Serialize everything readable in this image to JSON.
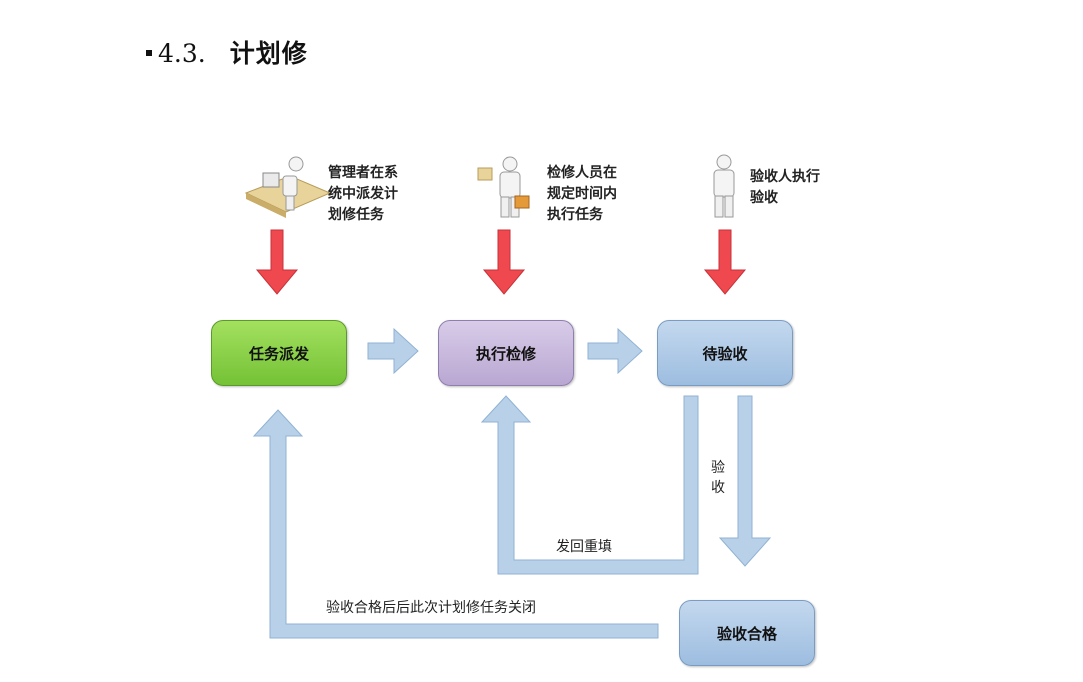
{
  "heading": {
    "number": "4.3.",
    "title": "计划修"
  },
  "actors": [
    {
      "line1": "管理者在系",
      "line2": "统中派发计",
      "line3": "划修任务"
    },
    {
      "line1": "检修人员在",
      "line2": "规定时间内",
      "line3": "执行任务"
    },
    {
      "line1": "验收人执行",
      "line2": "验收"
    }
  ],
  "nodes": {
    "dispatch": {
      "label": "任务派发",
      "color": "#8fd44f"
    },
    "execute": {
      "label": "执行检修",
      "color": "#c3b3d9"
    },
    "pending": {
      "label": "待验收",
      "color": "#a9c6e3"
    },
    "passed": {
      "label": "验收合格",
      "color": "#a9c6e3"
    }
  },
  "edges": {
    "return_label": "发回重填",
    "accept_label": "验收",
    "close_label": "验收合格后后此次计划修任务关闭"
  },
  "colors": {
    "down_arrow": "#f0484f",
    "flow_arrow": "#b9d1e8",
    "flow_border": "#8fb2d4"
  }
}
